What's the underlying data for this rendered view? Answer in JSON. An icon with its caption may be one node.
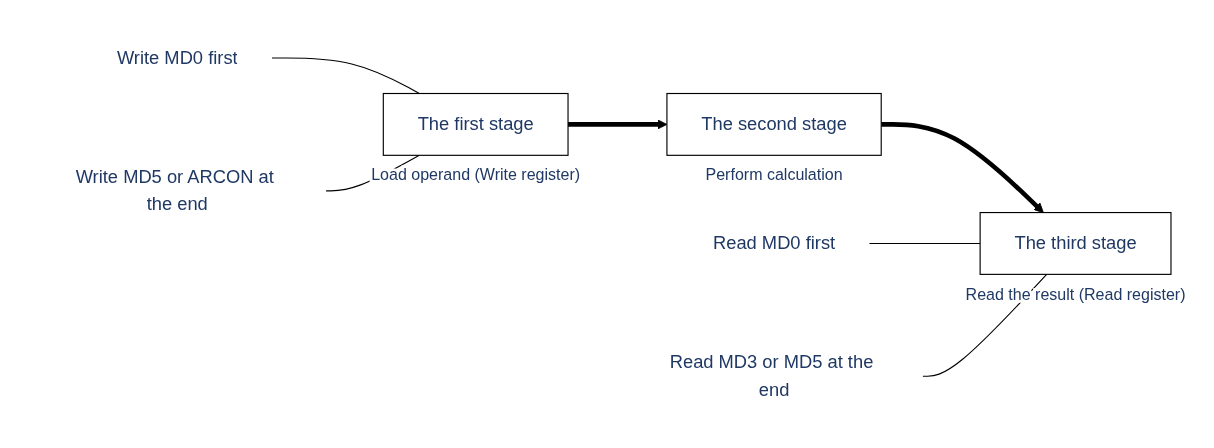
{
  "diagram": {
    "nodes": [
      {
        "text": [
          "Write MD0 first"
        ]
      },
      {
        "text": [
          "Write MD5 or ARCON at the end"
        ]
      },
      {
        "text": [
          "The first stage"
        ],
        "beside": [
          "Load operand (Write register)"
        ]
      },
      {
        "text": [
          "The second stage"
        ],
        "beside": [
          "Perform calculation"
        ]
      },
      {
        "text": [
          "Read MD0 first"
        ]
      },
      {
        "text": [
          "Read MD3 or MD5 at the end"
        ]
      },
      {
        "text": [
          "The third stage"
        ],
        "beside": [
          "Read the result (Read register)"
        ]
      }
    ],
    "edges": [
      {
        "from": 0,
        "to": 2,
        "arrow": "none"
      },
      {
        "from": 1,
        "to": 2,
        "arrow": "none"
      },
      {
        "from": 2,
        "to": 3,
        "arrow": "to",
        "style": "thick"
      },
      {
        "from": 3,
        "to": 6,
        "arrow": "to",
        "style": "thick"
      },
      {
        "from": 4,
        "to": 6,
        "arrow": "none"
      },
      {
        "from": 5,
        "to": 6,
        "arrow": "none"
      }
    ]
  }
}
